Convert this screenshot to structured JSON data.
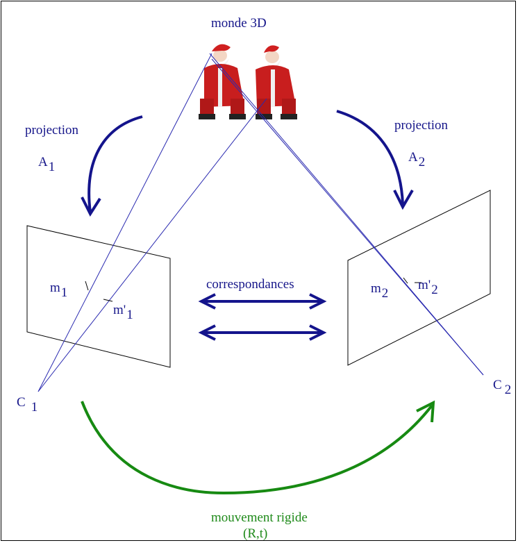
{
  "colors": {
    "ink": "#16168a",
    "arrow": "#14148c",
    "ray": "#2a2ab0",
    "motion": "#178a12",
    "santa_red": "#c81e1e",
    "fur": "#eeeeee"
  },
  "world": {
    "label": "monde 3D"
  },
  "left_side": {
    "projection_label": "projection",
    "matrix": {
      "base": "A",
      "sub": "1"
    },
    "camera": {
      "base": "C",
      "sub": "1"
    },
    "point_m": {
      "base": "m",
      "sub": "1"
    },
    "point_m_prime": {
      "base": "m'",
      "sub": "1"
    }
  },
  "right_side": {
    "projection_label": "projection",
    "matrix": {
      "base": "A",
      "sub": "2"
    },
    "camera": {
      "base": "C",
      "sub": "2"
    },
    "point_m": {
      "base": "m",
      "sub": "2"
    },
    "point_m_prime": {
      "base": "m'",
      "sub": "2"
    }
  },
  "correspondences": {
    "label": "correspondances"
  },
  "rigid_motion": {
    "label": "mouvement rigide",
    "params": "(R,t)"
  }
}
